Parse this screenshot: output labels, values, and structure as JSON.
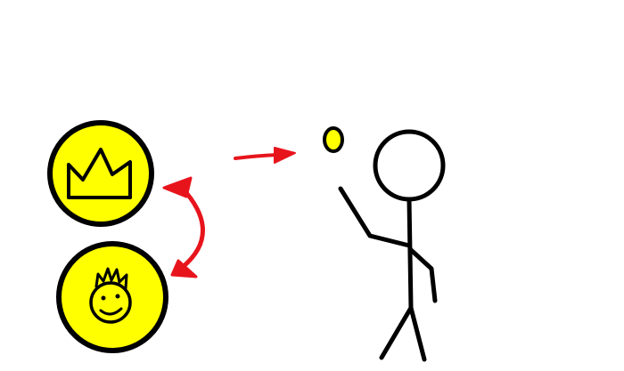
{
  "colors": {
    "background": "#ffffff",
    "coin_fill": "#ffff00",
    "ink": "#000000",
    "arrow": "#e8141c"
  },
  "coins": [
    {
      "face": "crown-icon"
    },
    {
      "face": "face-icon"
    }
  ],
  "arrows": [
    {
      "kind": "toss",
      "style": "single-headed"
    },
    {
      "kind": "flip",
      "style": "double-headed"
    }
  ],
  "figure": {
    "kind": "stick-figure",
    "action": "tossing-coin"
  }
}
